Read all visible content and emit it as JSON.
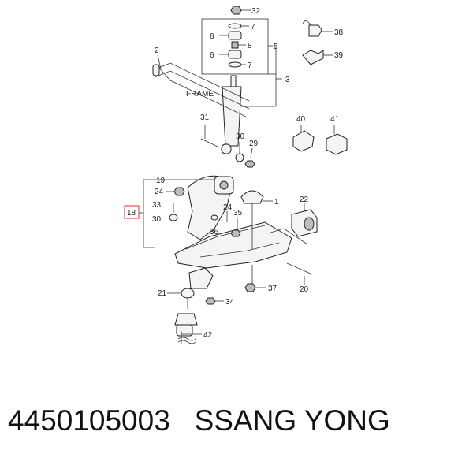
{
  "diagram": {
    "frame_label": "FRAME",
    "callouts": {
      "c32": "32",
      "c7a": "7",
      "c6a": "6",
      "c8": "8",
      "c6b": "6",
      "c7b": "7",
      "c5": "5",
      "c3": "3",
      "c2": "2",
      "c38": "38",
      "c39": "39",
      "c31": "31",
      "c30a": "30",
      "c29": "29",
      "c40": "40",
      "c41": "41",
      "c19": "19",
      "c24a": "24",
      "c1": "1",
      "c22": "22",
      "c18": "18",
      "c33": "33",
      "c30b": "30",
      "c24b": "24",
      "c35": "35",
      "c36": "36",
      "c21": "21",
      "c34": "34",
      "c37": "37",
      "c20": "20",
      "c42": "42"
    }
  },
  "caption": {
    "part_number": "4450105003",
    "brand": "SSANG YONG"
  }
}
